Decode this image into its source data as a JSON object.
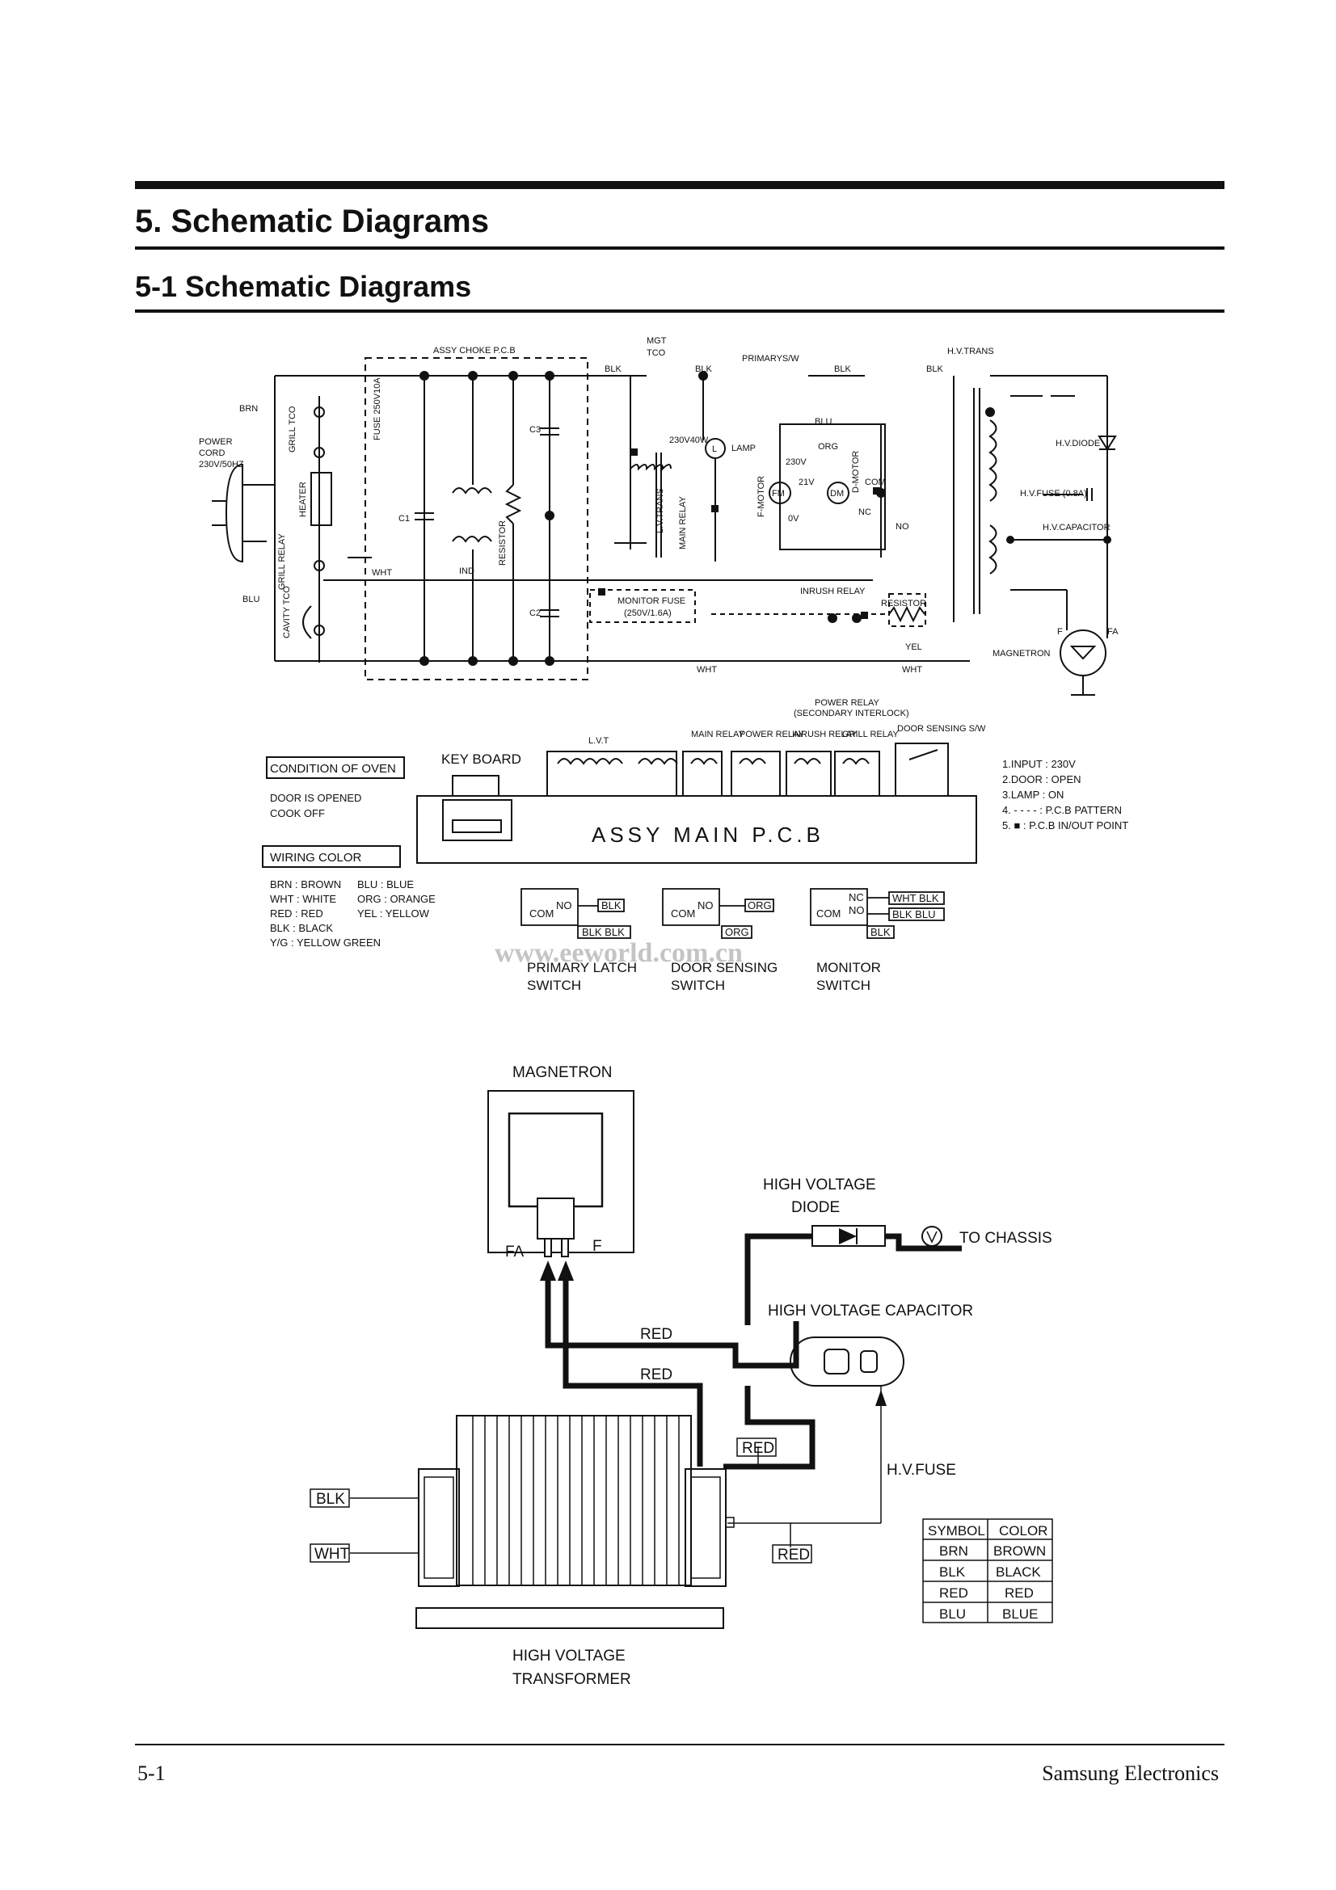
{
  "header": {
    "section_title": "5. Schematic Diagrams",
    "subsection_title": "5-1 Schematic Diagrams"
  },
  "schematic": {
    "labels": {
      "assy_choke": "ASSY CHOKE P.C.B",
      "mgt_tco": "MGT",
      "mgt_tco2": "TCO",
      "primary_sw": "PRIMARYS/W",
      "hv_trans": "H.V.TRANS",
      "brn": "BRN",
      "power_cord_1": "POWER",
      "power_cord_2": "CORD",
      "power_cord_3": "230V/50HZ",
      "grill_tco": "GRILL TCO",
      "heater": "HEATER",
      "grill_relay": "GRILL RELAY",
      "cavity_tco": "CAVITY TCO",
      "fuse": "FUSE 250V10A",
      "c1": "C1",
      "c2": "C2",
      "c3": "C3",
      "ind": "IND",
      "resistor_v": "RESISTOR",
      "lamp": "LAMP",
      "lamp_rating": "230V40W",
      "lvt_trans": "L.V.TRANS",
      "main_relay": "MAIN RELAY",
      "f_motor": "F-MOTOR",
      "d_motor": "D-MOTOR",
      "v230": "230V",
      "v21": "21V",
      "v0": "0V",
      "com": "COM",
      "nc": "NC",
      "no": "NO",
      "blk": "BLK",
      "blu": "BLU",
      "wht": "WHT",
      "yel": "YEL",
      "org": "ORG",
      "monitor_fuse": "MONITOR FUSE",
      "monitor_fuse_rating": "(250V/1.6A)",
      "inrush_relay": "INRUSH RELAY",
      "resistor": "RESISTOR",
      "power_relay": "POWER RELAY",
      "secondary_interlock": "(SECONDARY INTERLOCK)",
      "hv_diode": "H.V.DIODE",
      "hv_fuse": "H.V.FUSE (0.8A)",
      "hv_capacitor": "H.V.CAPACITOR",
      "magnetron": "MAGNETRON",
      "f": "F",
      "fa": "FA",
      "fm": "FM",
      "dm": "DM",
      "l": "L"
    }
  },
  "pcb": {
    "lvt": "L.V.T",
    "main_relay": "MAIN RELAY",
    "power_relay": "POWER RELAY",
    "inrush_relay": "INRUSH RELAY",
    "grill_relay": "GRILL RELAY",
    "door_sensing": "DOOR SENSING S/W",
    "key_board": "KEY BOARD",
    "assy_main": "ASSY MAIN P.C.B",
    "condition_title": "CONDITION OF OVEN",
    "condition_lines": [
      "DOOR IS OPENED",
      "COOK OFF"
    ],
    "wiring_title": "WIRING COLOR",
    "wiring_left": [
      "BRN : BROWN",
      "WHT : WHITE",
      "RED : RED",
      "BLK : BLACK",
      "Y/G : YELLOW GREEN"
    ],
    "wiring_right": [
      "BLU : BLUE",
      "ORG : ORANGE",
      "YEL : YELLOW"
    ],
    "notes": [
      "1.INPUT : 230V",
      "2.DOOR : OPEN",
      "3.LAMP : ON",
      "4. - - - - : P.C.B PATTERN",
      "5.  ■  : P.C.B IN/OUT POINT"
    ]
  },
  "switches": [
    {
      "name": "PRIMARY LATCH",
      "name2": "SWITCH",
      "com": "COM",
      "no": "NO",
      "wire_no": "BLK",
      "wire_com": "BLK BLK"
    },
    {
      "name": "DOOR SENSING",
      "name2": "SWITCH",
      "com": "COM",
      "no": "NO",
      "wire_no": "ORG",
      "wire_com": "ORG"
    },
    {
      "name": "MONITOR",
      "name2": "SWITCH",
      "com": "COM",
      "no": "NO",
      "nc": "NC",
      "wire_nc": "WHT BLK",
      "wire_no": "BLK BLU",
      "wire_com": "BLK"
    }
  ],
  "watermark": "www.eeworld.com.cn",
  "hv_diagram": {
    "magnetron": "MAGNETRON",
    "fa": "FA",
    "f": "F",
    "hv_diode_1": "HIGH VOLTAGE",
    "hv_diode_2": "DIODE",
    "to_chassis": "TO CHASSIS",
    "hv_capacitor": "HIGH VOLTAGE CAPACITOR",
    "red1": "RED",
    "red2": "RED",
    "red3": "RED",
    "red4": "RED",
    "hv_fuse": "H.V.FUSE",
    "blk": "BLK",
    "wht": "WHT",
    "transformer_1": "HIGH VOLTAGE",
    "transformer_2": "TRANSFORMER"
  },
  "color_table": {
    "headers": [
      "SYMBOL",
      "COLOR"
    ],
    "rows": [
      [
        "BRN",
        "BROWN"
      ],
      [
        "BLK",
        "BLACK"
      ],
      [
        "RED",
        "RED"
      ],
      [
        "BLU",
        "BLUE"
      ]
    ]
  },
  "footer": {
    "page": "5-1",
    "company": "Samsung Electronics"
  }
}
